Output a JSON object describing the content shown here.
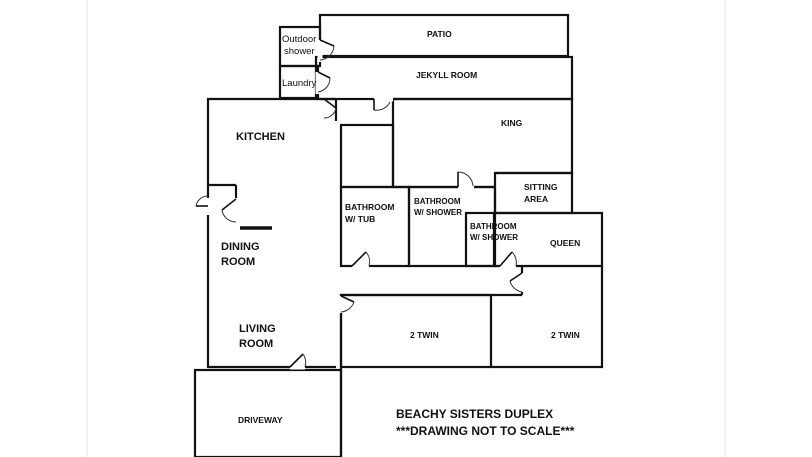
{
  "rooms": {
    "patio": "PATIO",
    "outdoor_shower_1": "Outdoor",
    "outdoor_shower_2": "shower",
    "laundry": "Laundry",
    "jekyll": "JEKYLL ROOM",
    "kitchen": "KITCHEN",
    "king": "KING",
    "bath_tub_1": "BATHROOM",
    "bath_tub_2": "W/ TUB",
    "bath_shower_a_1": "BATHROOM",
    "bath_shower_a_2": "W/ SHOWER",
    "sitting_1": "SITTING",
    "sitting_2": "AREA",
    "bath_shower_b_1": "BATHROOM",
    "bath_shower_b_2": "W/ SHOWER",
    "queen": "QUEEN",
    "dining_1": "DINING",
    "dining_2": "ROOM",
    "living_1": "LIVING",
    "living_2": "ROOM",
    "twin_a": "2 TWIN",
    "twin_b": "2 TWIN",
    "driveway": "DRIVEWAY"
  },
  "notes": {
    "title": "BEACHY SISTERS DUPLEX",
    "disclaimer": "***DRAWING NOT TO SCALE***"
  }
}
